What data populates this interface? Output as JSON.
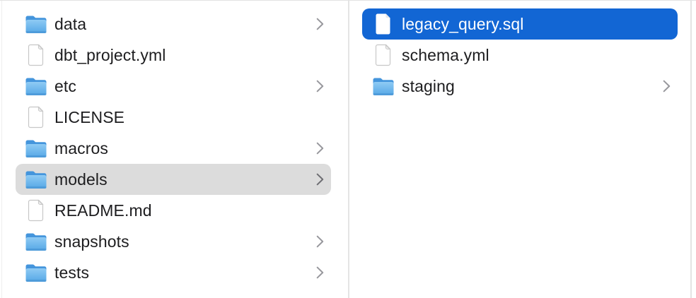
{
  "app": {
    "view": "finder-column-browser"
  },
  "colors": {
    "selection_blue": "#1266d4",
    "selection_gray": "#dcdcdc",
    "text": "#1d1d1f",
    "selected_text": "#ffffff",
    "chevron_gray": "#98989d",
    "chevron_dark": "#6e6e73",
    "divider": "#e4e4e4",
    "folder_blue_top": "#8fcbf4",
    "folder_blue_bottom": "#55a7e6",
    "folder_blue_back": "#4495dc"
  },
  "columns": [
    {
      "id": "left-column",
      "items": [
        {
          "label": "data",
          "type": "folder",
          "chevron": true,
          "selected": "none"
        },
        {
          "label": "dbt_project.yml",
          "type": "file",
          "chevron": false,
          "selected": "none"
        },
        {
          "label": "etc",
          "type": "folder",
          "chevron": true,
          "selected": "none"
        },
        {
          "label": "LICENSE",
          "type": "file",
          "chevron": false,
          "selected": "none"
        },
        {
          "label": "macros",
          "type": "folder",
          "chevron": true,
          "selected": "none"
        },
        {
          "label": "models",
          "type": "folder",
          "chevron": true,
          "selected": "secondary"
        },
        {
          "label": "README.md",
          "type": "file",
          "chevron": false,
          "selected": "none"
        },
        {
          "label": "snapshots",
          "type": "folder",
          "chevron": true,
          "selected": "none"
        },
        {
          "label": "tests",
          "type": "folder",
          "chevron": true,
          "selected": "none"
        }
      ]
    },
    {
      "id": "right-column",
      "items": [
        {
          "label": "legacy_query.sql",
          "type": "file",
          "chevron": false,
          "selected": "primary"
        },
        {
          "label": "schema.yml",
          "type": "file",
          "chevron": false,
          "selected": "none"
        },
        {
          "label": "staging",
          "type": "folder",
          "chevron": true,
          "selected": "none"
        }
      ]
    }
  ]
}
